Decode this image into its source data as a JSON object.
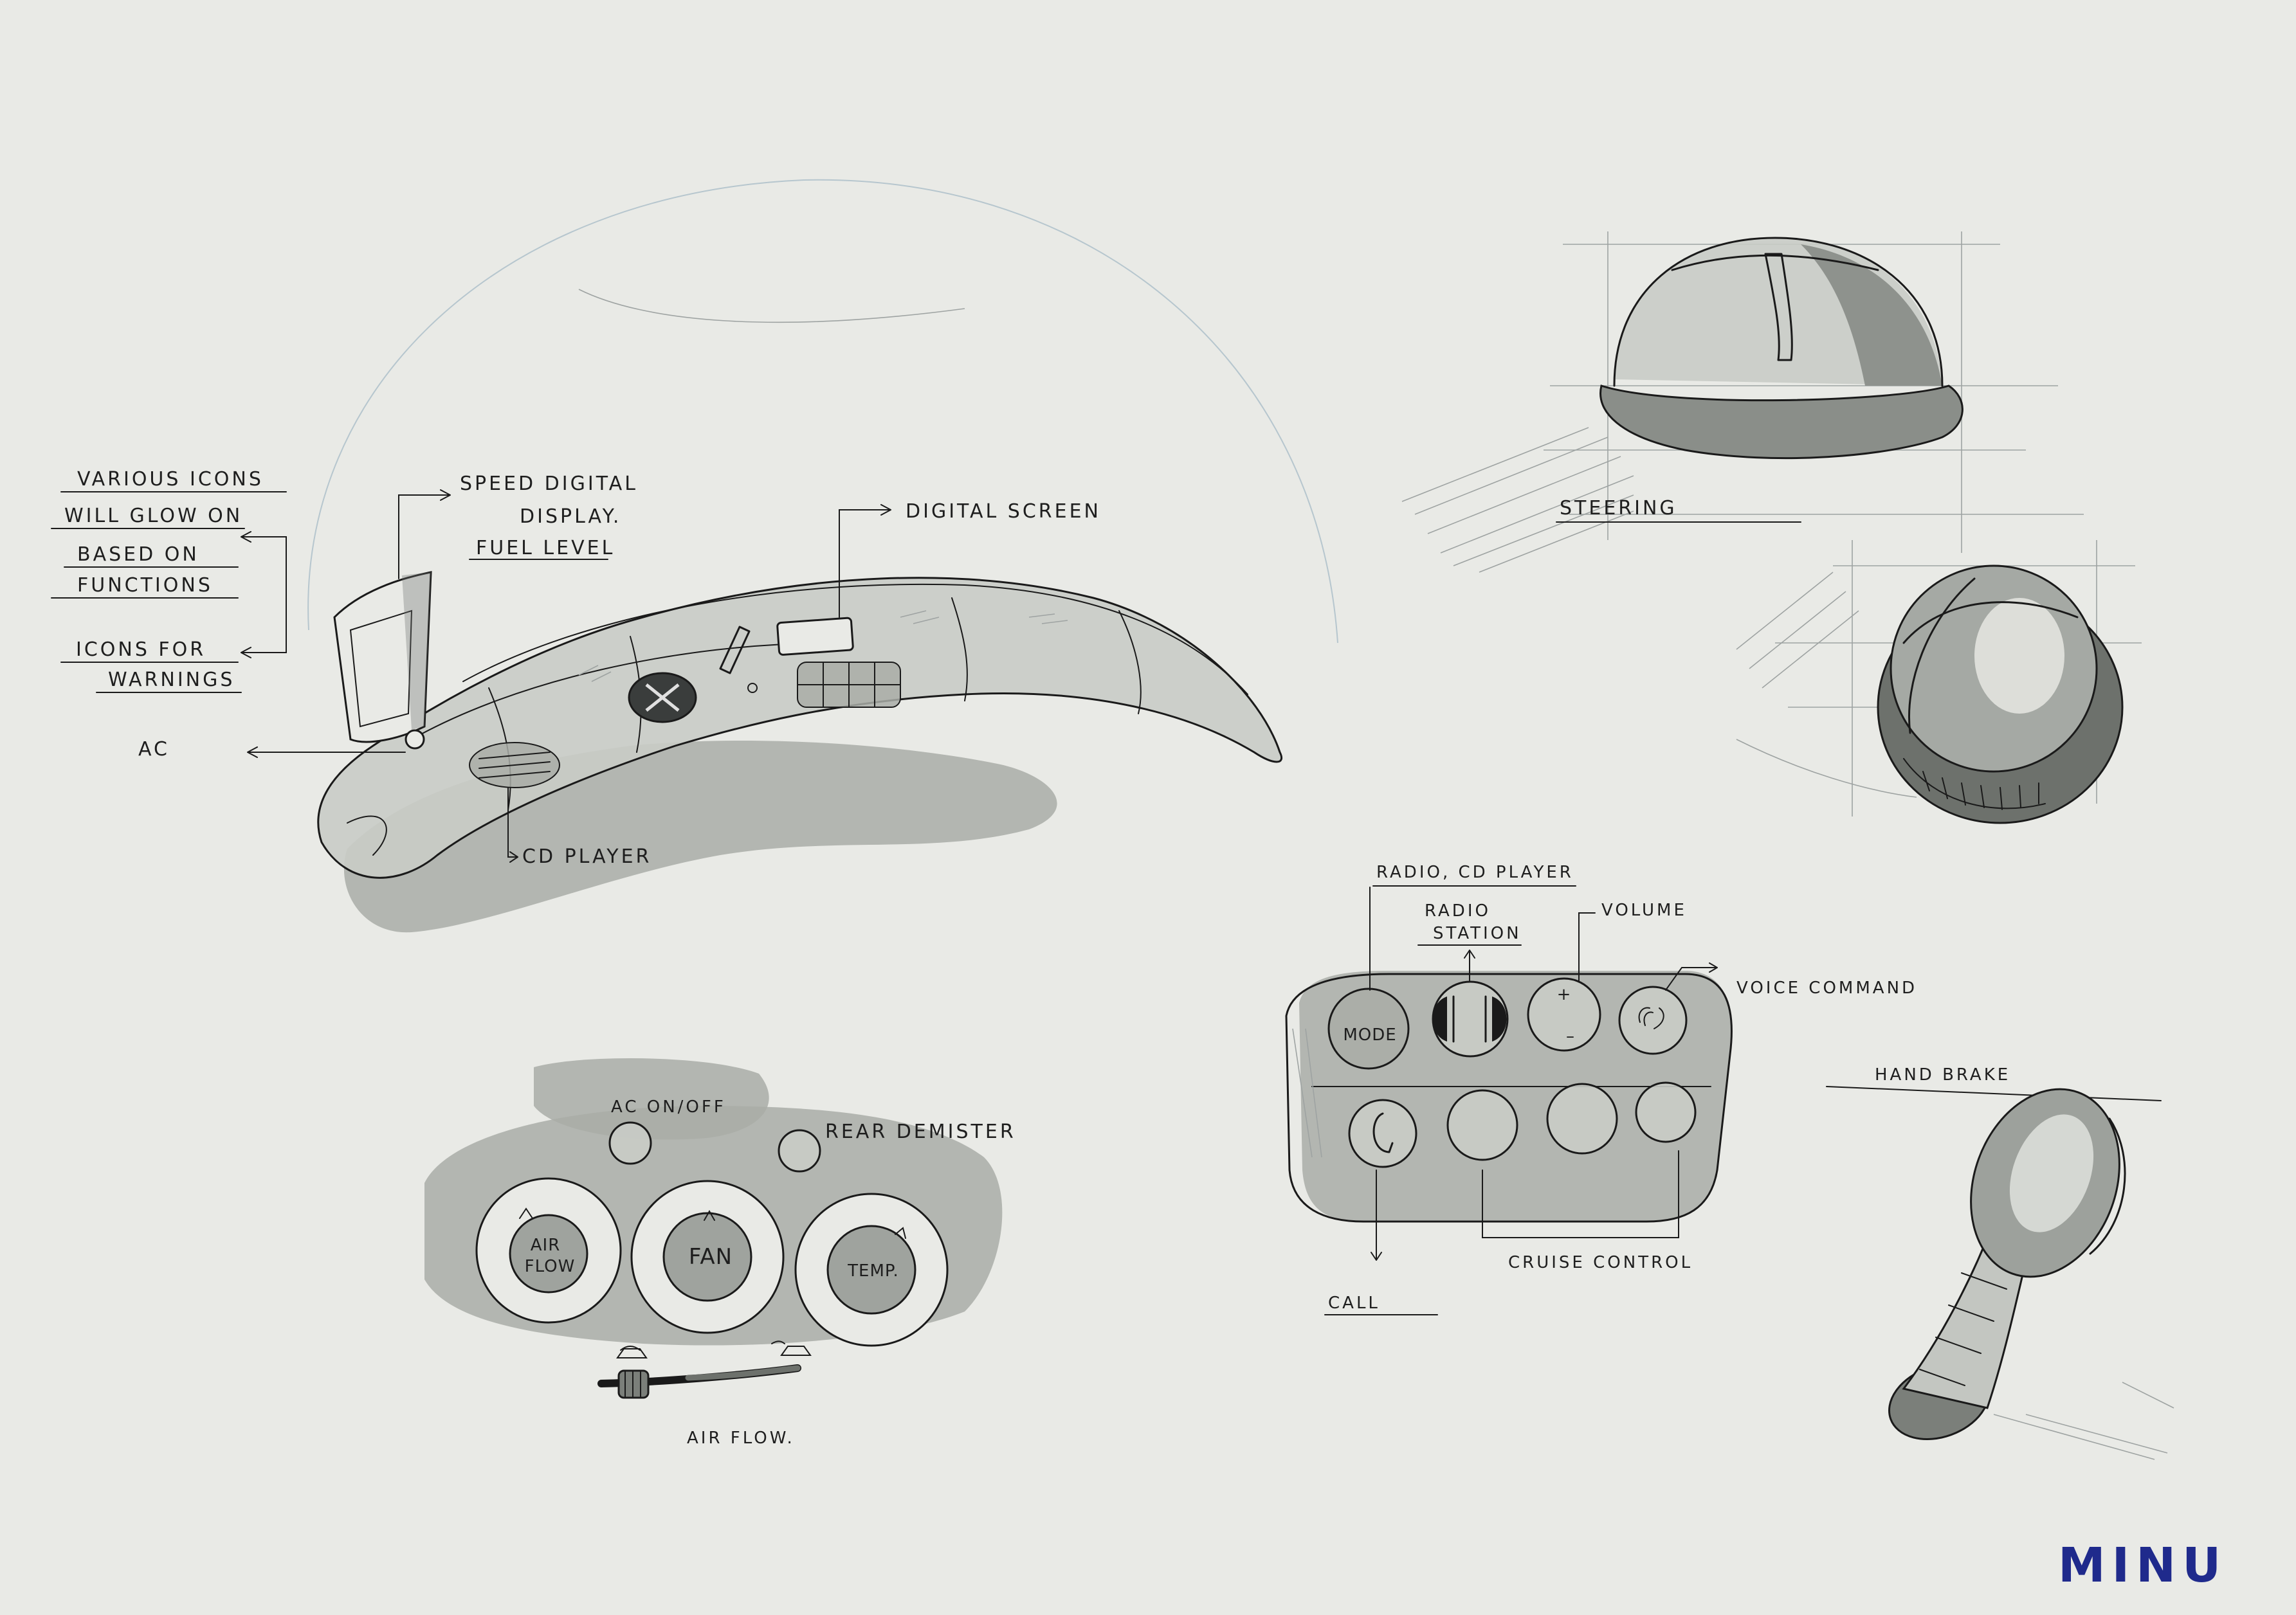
{
  "dashboard": {
    "labels": {
      "various_icons": "VARIOUS ICONS",
      "will_glow_on": "WILL GLOW ON",
      "based_on": "BASED ON",
      "functions": "FUNCTIONS",
      "icons_for": "ICONS FOR",
      "warnings": "WARNINGS",
      "ac": "AC",
      "speed_digital": "SPEED DIGITAL",
      "display": "DISPLAY.",
      "fuel_level": "FUEL LEVEL",
      "digital_screen": "DIGITAL SCREEN",
      "cd_player": "CD PLAYER"
    }
  },
  "steering": {
    "label": "STEERING"
  },
  "steering_controls": {
    "labels": {
      "radio_cd_player": "RADIO, CD PLAYER",
      "radio": "RADIO",
      "station": "STATION",
      "volume": "VOLUME",
      "voice_command": "VOICE COMMAND",
      "cruise_control": "CRUISE CONTROL",
      "call": "CALL"
    },
    "buttons": {
      "mode": "MODE",
      "plus": "+",
      "minus": "–"
    }
  },
  "hand_brake": {
    "label": "HAND BRAKE"
  },
  "climate_panel": {
    "labels": {
      "ac_on_off": "AC ON/OFF",
      "rear_demister": "REAR DEMISTER",
      "air_flow": "AIR FLOW."
    },
    "knobs": {
      "air_flow_line1": "AIR",
      "air_flow_line2": "FLOW",
      "fan": "FAN",
      "temp": "TEMP."
    }
  },
  "signature": "MINU"
}
